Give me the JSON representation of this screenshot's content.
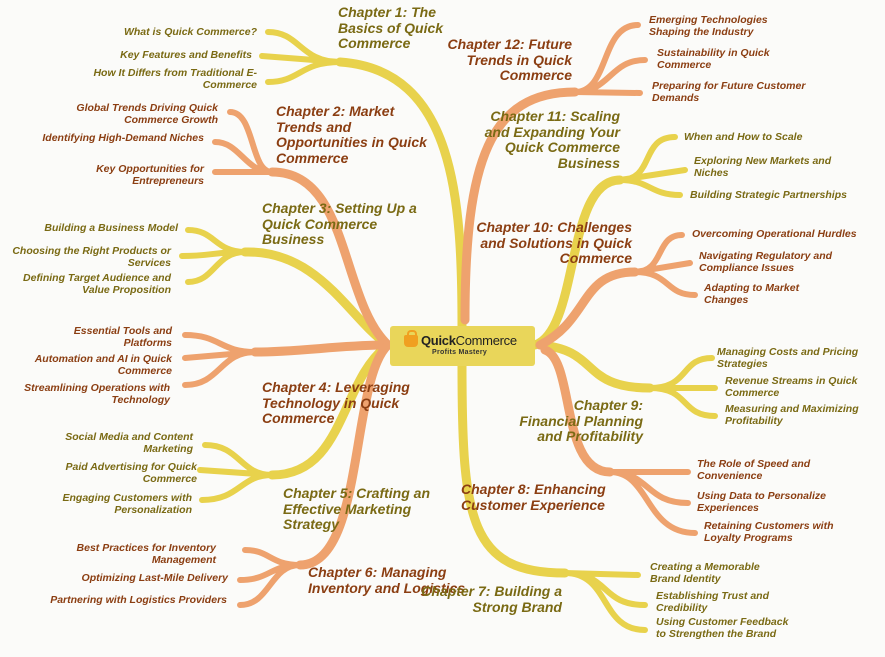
{
  "center": {
    "brand_bold": "Quick",
    "brand_regular": "Commerce",
    "tagline": "Profits Mastery"
  },
  "colors": {
    "yellow": "#e8d24c",
    "orange": "#eea26e",
    "olive_text": "#7a6a14",
    "brown_text": "#8b3e12"
  },
  "chapters": [
    {
      "title": "Chapter 1: The Basics of Quick Commerce",
      "subs": [
        "What is Quick Commerce?",
        "Key Features and Benefits",
        "How It Differs from Traditional E-Commerce"
      ]
    },
    {
      "title": "Chapter 2: Market Trends and Opportunities in Quick Commerce",
      "subs": [
        "Global Trends Driving Quick Commerce Growth",
        "Identifying High-Demand Niches",
        "Key Opportunities for Entrepreneurs"
      ]
    },
    {
      "title": "Chapter 3: Setting Up a Quick Commerce Business",
      "subs": [
        "Building a Business Model",
        "Choosing the Right Products or Services",
        "Defining Target Audience and Value Proposition"
      ]
    },
    {
      "title": "Chapter 4: Leveraging Technology in Quick Commerce",
      "subs": [
        "Essential Tools and Platforms",
        "Automation and AI in Quick Commerce",
        "Streamlining Operations with Technology"
      ]
    },
    {
      "title": "Chapter 5: Crafting an Effective Marketing Strategy",
      "subs": [
        "Social Media and Content Marketing",
        "Paid Advertising for Quick Commerce",
        "Engaging Customers with Personalization"
      ]
    },
    {
      "title": "Chapter 6: Managing Inventory and Logistics",
      "subs": [
        "Best Practices for Inventory Management",
        "Optimizing Last-Mile Delivery",
        "Partnering with Logistics Providers"
      ]
    },
    {
      "title": "Chapter 7: Building a Strong Brand",
      "subs": [
        "Creating a Memorable Brand Identity",
        "Establishing Trust and Credibility",
        "Using Customer Feedback to Strengthen the Brand"
      ]
    },
    {
      "title": "Chapter 8: Enhancing Customer Experience",
      "subs": [
        "The Role of Speed and Convenience",
        "Using Data to Personalize Experiences",
        "Retaining Customers with Loyalty Programs"
      ]
    },
    {
      "title": "Chapter 9: Financial Planning and Profitability",
      "subs": [
        "Managing Costs and Pricing Strategies",
        "Revenue Streams in Quick Commerce",
        "Measuring and Maximizing Profitability"
      ]
    },
    {
      "title": "Chapter 10: Challenges and Solutions in Quick Commerce",
      "subs": [
        "Overcoming Operational Hurdles",
        "Navigating Regulatory and Compliance Issues",
        "Adapting to Market Changes"
      ]
    },
    {
      "title": "Chapter 11: Scaling and Expanding Your Quick Commerce Business",
      "subs": [
        "When and How to Scale",
        "Exploring New Markets and Niches",
        "Building Strategic Partnerships"
      ]
    },
    {
      "title": "Chapter 12: Future Trends in Quick Commerce",
      "subs": [
        "Emerging Technologies Shaping the Industry",
        "Sustainability in Quick Commerce",
        "Preparing for Future Customer Demands"
      ]
    }
  ]
}
